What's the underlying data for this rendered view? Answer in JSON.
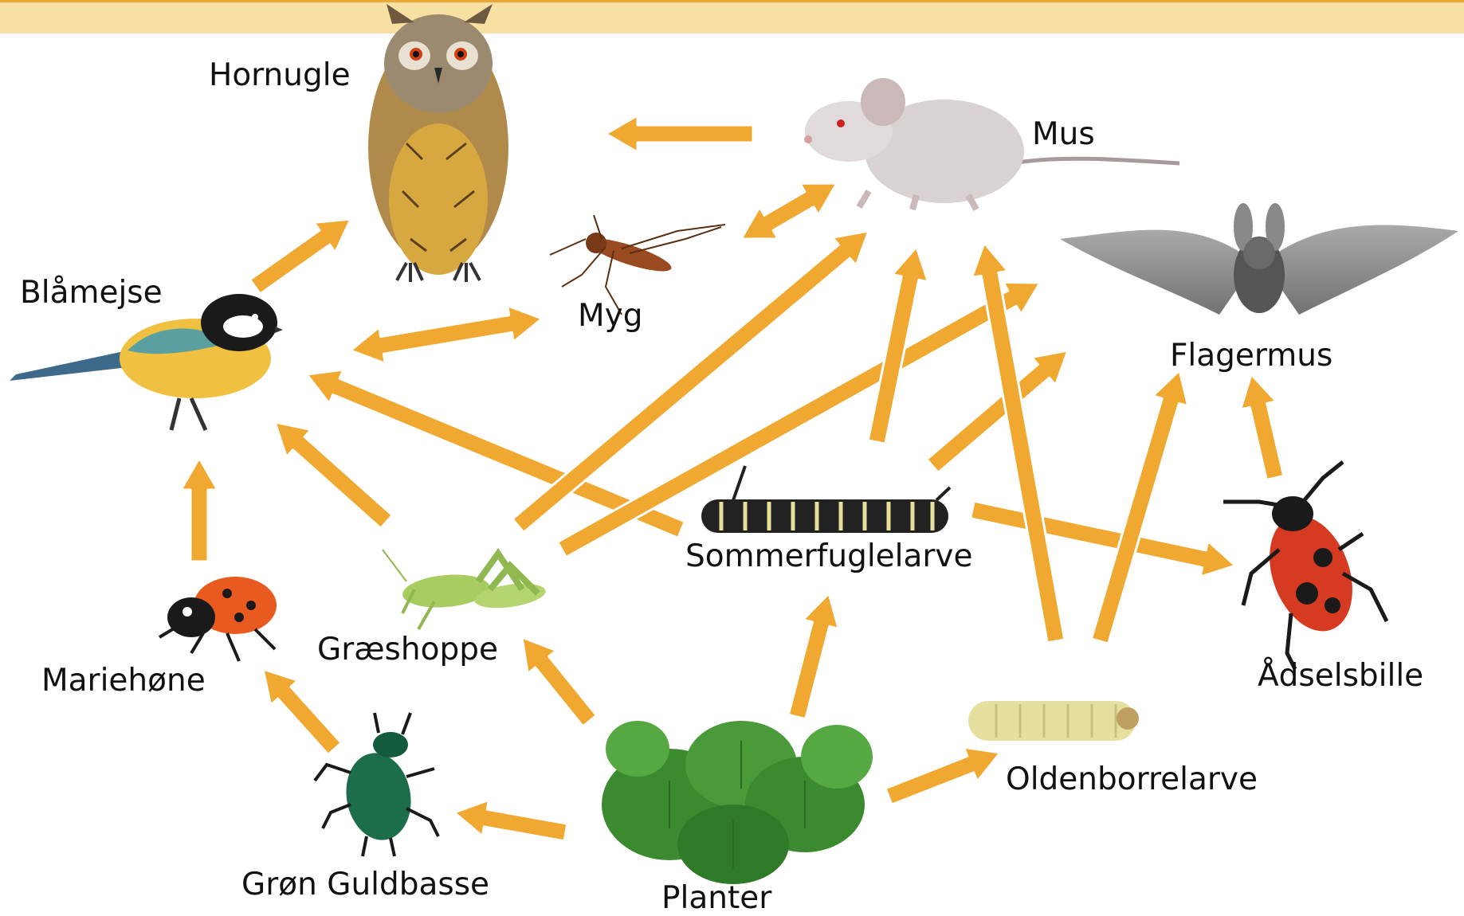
{
  "colors": {
    "arrow_fill": "#f0a830",
    "arrow_stroke": "#ffffff",
    "banner": "#f8dfa2",
    "banner_line": "#e8a93a"
  },
  "organisms": {
    "hornugle": "Hornugle",
    "mus": "Mus",
    "myg": "Myg",
    "blamejse": "Blåmejse",
    "flagermus": "Flagermus",
    "sommerfuglelarve": "Sommerfuglelarve",
    "graeshoppe": "Græshoppe",
    "mariehone": "Mariehøne",
    "adselsbille": "Ådselsbille",
    "oldenborrelarve": "Oldenborrelarve",
    "gron_guldbasse": "Grøn Guldbasse",
    "planter": "Planter"
  },
  "icons": [
    "owl-icon",
    "mouse-icon",
    "mosquito-icon",
    "blue-tit-icon",
    "bat-icon",
    "caterpillar-icon",
    "grasshopper-icon",
    "ladybug-icon",
    "carrion-beetle-icon",
    "grub-icon",
    "green-beetle-icon",
    "plants-icon"
  ]
}
